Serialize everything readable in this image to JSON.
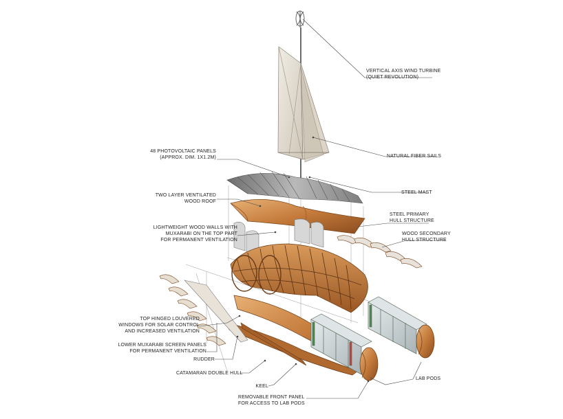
{
  "diagram": {
    "title": "Exploded axonometric of catamaran lab vessel",
    "labels": {
      "wind_turbine": [
        "VERTICAL AXIS WIND TURBINE",
        "(QUIET REVOLUTION)"
      ],
      "sails": [
        "NATURAL FIBER SAILS"
      ],
      "pv_panels": [
        "48 PHOTOVOLTAIC PANELS",
        "(APPROX. DIM. 1x1.2m)"
      ],
      "steel_mast": [
        "STEEL MAST"
      ],
      "wood_roof": [
        "TWO LAYER VENTILATED",
        "WOOD ROOF"
      ],
      "steel_hull": [
        "STEEL PRIMARY",
        "HULL STRUCTURE"
      ],
      "wood_walls": [
        "LIGHTWEIGHT WOOD WALLS WITH",
        "MUXARABI ON THE TOP PART",
        "FOR PERMANENT VENTILATION"
      ],
      "wood_hull": [
        "WOOD SECONDARY",
        "HULL STRUCTURE"
      ],
      "louvered_windows": [
        "TOP HINGED LOUVERED",
        "WINDOWS FOR SOLAR CONTROL",
        "AND INCREASED VENTILATION"
      ],
      "muxarabi_panels": [
        "LOWER MUXARABI SCREEN PANELS",
        "FOR PERMANENT VENTILATION"
      ],
      "rudder": [
        "RUDDER"
      ],
      "double_hull": [
        "CATAMARAN DOUBLE HULL"
      ],
      "keel": [
        "KEEL"
      ],
      "lab_pods": [
        "LAB PODS"
      ],
      "front_panel": [
        "REMOVABLE FRONT PANEL",
        "FOR ACCESS TO LAB PODS"
      ]
    },
    "colors": {
      "wood": "#c47a3a",
      "wood_light": "#e3a867",
      "wood_dark": "#7a4418",
      "steel": "#8e8e8e",
      "sail": "#e8e2d6",
      "glass": "#cfd6d8",
      "leader": "#444444"
    }
  }
}
